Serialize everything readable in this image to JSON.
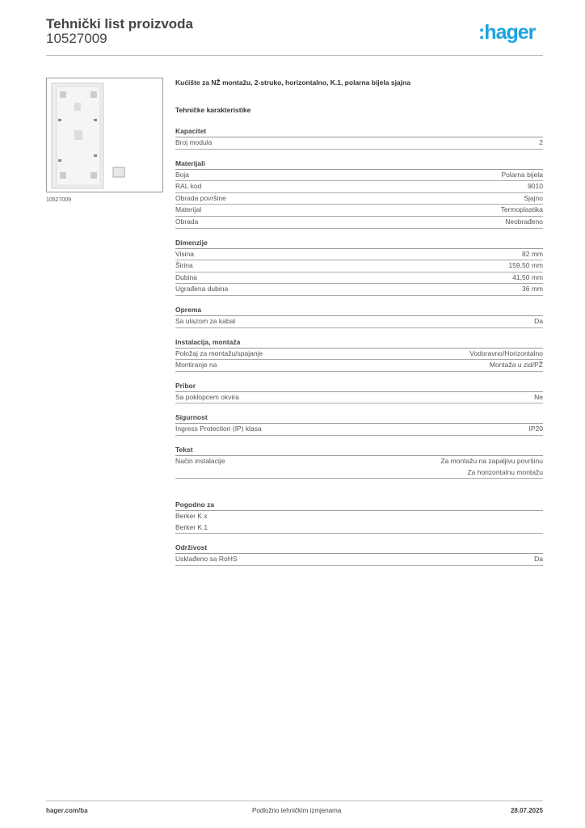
{
  "header": {
    "title": "Tehnički list proizvoda",
    "code": "10527009",
    "logo": ":hager",
    "logo_color": "#1aa3e0"
  },
  "image": {
    "caption": "10527009"
  },
  "product": {
    "description": "Kućište za NŽ montažu, 2-struko, horizontalno, K.1, polarna bijela sjajna",
    "subheading": "Tehničke karakteristike"
  },
  "sections": [
    {
      "title": "Kapacitet",
      "rows": [
        {
          "label": "Broj modula",
          "value": "2"
        }
      ]
    },
    {
      "title": "Materijali",
      "rows": [
        {
          "label": "Boja",
          "value": "Polarna bijela"
        },
        {
          "label": "RAL kod",
          "value": "9010"
        },
        {
          "label": "Obrada površine",
          "value": "Sjajno"
        },
        {
          "label": "Materijal",
          "value": "Termoplastika"
        },
        {
          "label": "Obrada",
          "value": "Neobrađeno"
        }
      ]
    },
    {
      "title": "Dimenzije",
      "rows": [
        {
          "label": "Visina",
          "value": "82 mm"
        },
        {
          "label": "Širina",
          "value": "159,50 mm"
        },
        {
          "label": "Dubina",
          "value": "41,50 mm"
        },
        {
          "label": "Ugrađena dubina",
          "value": "36 mm"
        }
      ]
    },
    {
      "title": "Oprema",
      "rows": [
        {
          "label": "Sa ulazom za kabal",
          "value": "Da"
        }
      ]
    },
    {
      "title": "Instalacija, montaža",
      "rows": [
        {
          "label": "Položaj za montažu/spajanje",
          "value": "Vodoravno/Horizontalno"
        },
        {
          "label": "Montiranje na",
          "value": "Montaža u zid/PŽ"
        }
      ]
    },
    {
      "title": "Pribor",
      "rows": [
        {
          "label": "Sa poklopcem okvira",
          "value": "Ne"
        }
      ]
    },
    {
      "title": "Sigurnost",
      "rows": [
        {
          "label": "Ingress Protection (IP) klasa",
          "value": "IP20"
        }
      ]
    },
    {
      "title": "Tekst",
      "rows": [
        {
          "label": "Način instalacije",
          "value": "Za montažu na zapaljivu površinu\nZa horizontalnu montažu"
        }
      ]
    },
    {
      "title": "Pogodno za",
      "rows": [
        {
          "label": "Berker K.x\nBerker K.1",
          "value": ""
        }
      ]
    },
    {
      "title": "Održivost",
      "rows": [
        {
          "label": "Usklađeno sa RoHS",
          "value": "Da"
        }
      ]
    }
  ],
  "footer": {
    "website": "hager.com/ba",
    "note": "Podložno tehničkim izmjenama",
    "date": "28.07.2025"
  }
}
